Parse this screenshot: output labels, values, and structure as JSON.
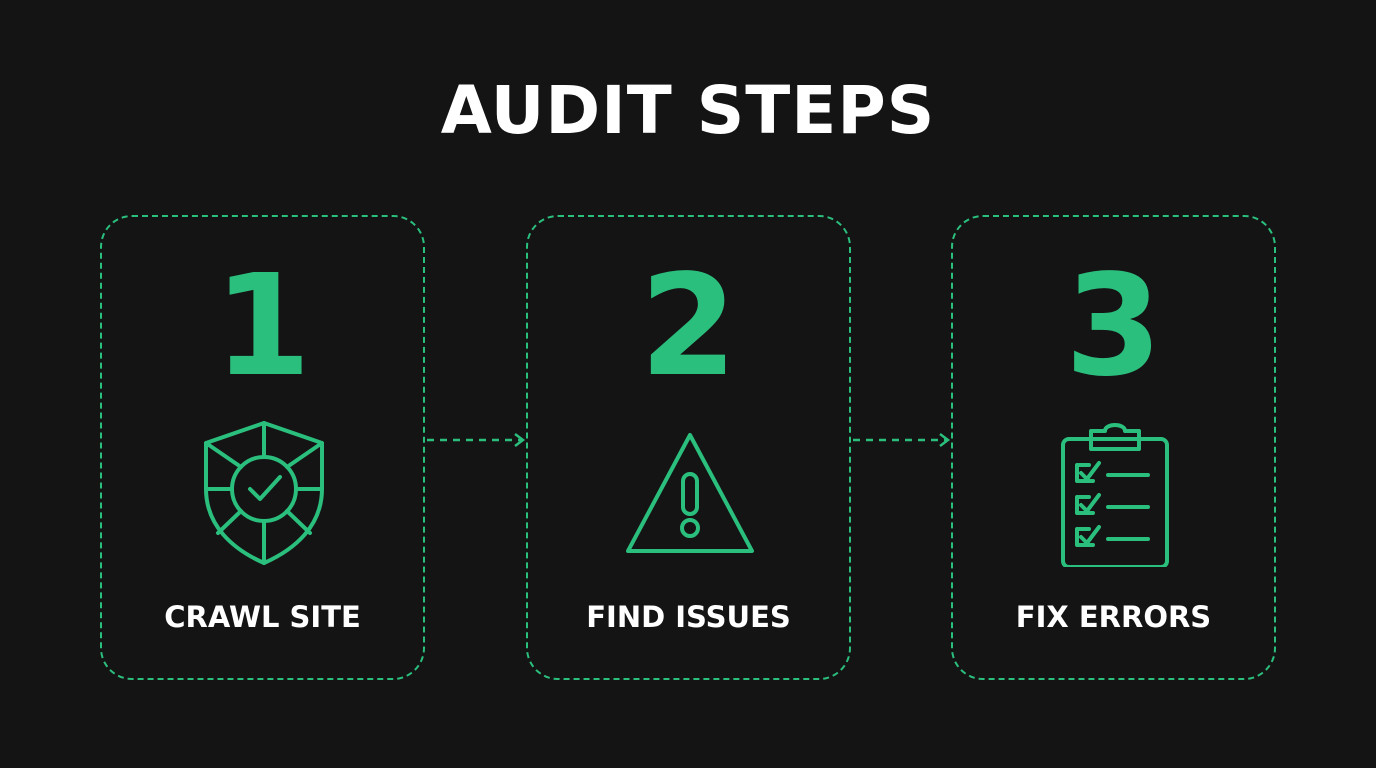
{
  "title": "AUDIT STEPS",
  "accent_color": "#2bbf7e",
  "steps": [
    {
      "number": "1",
      "label": "CRAWL SITE",
      "icon": "shield-check-icon"
    },
    {
      "number": "2",
      "label": "FIND ISSUES",
      "icon": "warning-triangle-icon"
    },
    {
      "number": "3",
      "label": "FIX ERRORS",
      "icon": "clipboard-checklist-icon"
    }
  ]
}
